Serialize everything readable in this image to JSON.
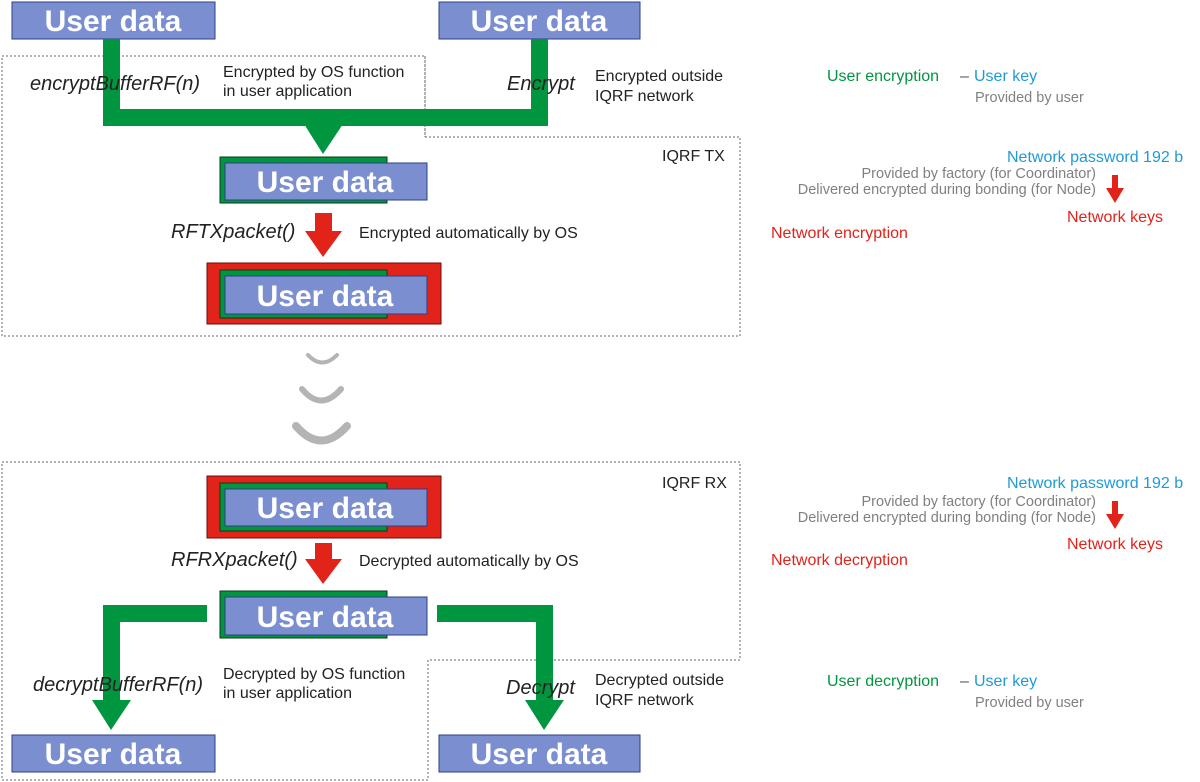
{
  "block_label": "User data",
  "colors": {
    "user_data_fill": "#7b8fd0",
    "user_data_stroke": "#2b3f86",
    "green": "#00963f",
    "red": "#e2231a",
    "blue": "#1e9ad6",
    "grey": "#808080",
    "wave": "#b4b4b4"
  },
  "tx": {
    "region_label": "IQRF TX",
    "encrypt_fn": "encryptBufferRF(n)",
    "encrypt_fn_desc_1": "Encrypted by OS function",
    "encrypt_fn_desc_2": "in user application",
    "encrypt_ext": "Encrypt",
    "encrypt_ext_desc_1": "Encrypted outside",
    "encrypt_ext_desc_2": "IQRF network",
    "rf_fn": "RFTXpacket()",
    "rf_desc": "Encrypted automatically by OS"
  },
  "rx": {
    "region_label": "IQRF RX",
    "rf_fn": "RFRXpacket()",
    "rf_desc": "Decrypted automatically by OS",
    "decrypt_fn": "decryptBufferRF(n)",
    "decrypt_fn_desc_1": "Decrypted by OS function",
    "decrypt_fn_desc_2": "in user application",
    "decrypt_ext": "Decrypt",
    "decrypt_ext_desc_1": "Decrypted outside",
    "decrypt_ext_desc_2": "IQRF network"
  },
  "legend": {
    "user_encryption": "User encryption",
    "user_decryption": "User decryption",
    "dash": "–",
    "user_key": "User key",
    "provided_by_user": "Provided by user",
    "network_password": "Network password 192 b",
    "provided_by_factory": "Provided by factory (for Coordinator)",
    "delivered_encrypted": "Delivered encrypted during bonding (for Node)",
    "network_keys": "Network keys",
    "network_encryption": "Network encryption",
    "network_decryption": "Network decryption"
  }
}
